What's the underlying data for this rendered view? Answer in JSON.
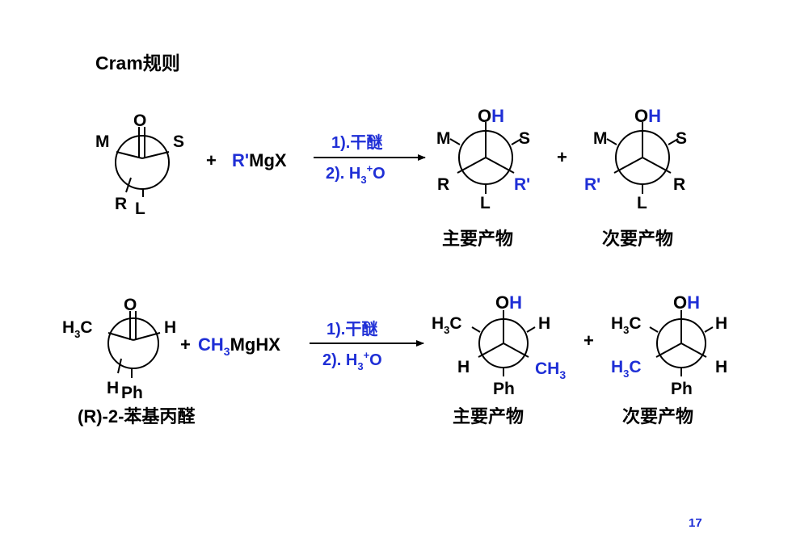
{
  "slide": {
    "title": "Cram规则",
    "page_number": "17"
  },
  "reaction1": {
    "reactant": {
      "carbonyl_o": "O",
      "left_top": "M",
      "right_top": "S",
      "bottom_left": "R",
      "bottom_right": "L"
    },
    "plus": "+",
    "reagent_prime": "R'",
    "reagent_rest": "MgX",
    "step1": "1).干醚",
    "step2_prefix": "2). H",
    "step2_sub": "3",
    "step2_sup": "+",
    "step2_suffix": "O",
    "major": {
      "o": "O",
      "h": "H",
      "top_left": "M",
      "top_right": "S",
      "left": "R",
      "right": "R'",
      "bottom": "L",
      "caption": "主要产物"
    },
    "products_plus": "+",
    "minor": {
      "o": "O",
      "h": "H",
      "top_left": "M",
      "top_right": "S",
      "left": "R'",
      "right": "R",
      "bottom": "L",
      "caption": "次要产物"
    }
  },
  "reaction2": {
    "reactant": {
      "carbonyl_o": "O",
      "left_main": "H",
      "left_sub": "3",
      "left_end": "C",
      "right_top": "H",
      "bottom_h": "H",
      "bottom_ph": "Ph",
      "name": "(R)-2-苯基丙醛"
    },
    "plus": "+",
    "reagent_ch": "CH",
    "reagent_sub": "3",
    "reagent_rest": "MgHX",
    "step1": "1).干醚",
    "step2_prefix": "2). H",
    "step2_sub": "3",
    "step2_sup": "+",
    "step2_suffix": "O",
    "major": {
      "o": "O",
      "h": "H",
      "top_left_main": "H",
      "top_left_sub": "3",
      "top_left_end": "C",
      "top_right": "H",
      "left": "H",
      "right_main": "CH",
      "right_sub": "3",
      "bottom": "Ph",
      "caption": "主要产物"
    },
    "products_plus": "+",
    "minor": {
      "o": "O",
      "h": "H",
      "top_left_main": "H",
      "top_left_sub": "3",
      "top_left_end": "C",
      "top_right": "H",
      "left_main": "H",
      "left_sub": "3",
      "left_end": "C",
      "right": "H",
      "bottom": "Ph",
      "caption": "次要产物"
    }
  },
  "colors": {
    "text": "#000000",
    "accent_blue": "#1f2fd6",
    "background": "#ffffff"
  }
}
